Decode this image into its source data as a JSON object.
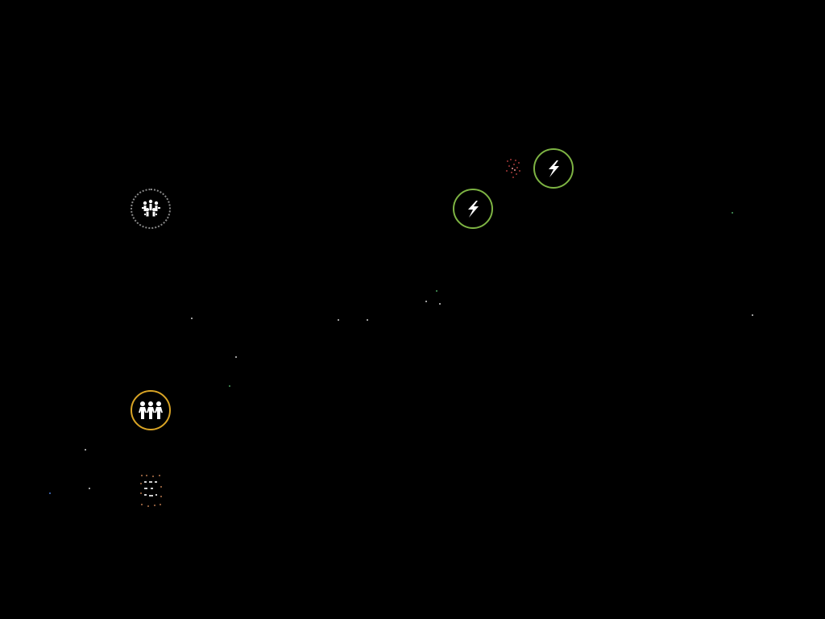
{
  "scene": {
    "background": "#000000"
  },
  "colors": {
    "lightning_ring": "#7db343",
    "people_ring": "#d9a425",
    "crowd_ring": "#8a8a8a",
    "faded_red": "#7a2a2a",
    "faded_box": "#8a5a3a",
    "glyph": "#ffffff",
    "star_white": "#cfcfcf",
    "star_blue": "#4a7ad0",
    "star_green": "#4aa060"
  },
  "nodes": [
    {
      "id": "lightning-a",
      "icon": "lightning-bolt-icon",
      "state": "active"
    },
    {
      "id": "lightning-b",
      "icon": "lightning-bolt-icon",
      "state": "active"
    },
    {
      "id": "crowd",
      "icon": "crowd-icon",
      "state": "active"
    },
    {
      "id": "people",
      "icon": "three-people-icon",
      "state": "active"
    },
    {
      "id": "faded-red",
      "icon": "faded-creature-icon",
      "state": "dim"
    },
    {
      "id": "faded-box",
      "icon": "faded-block-icon",
      "state": "dim"
    }
  ]
}
